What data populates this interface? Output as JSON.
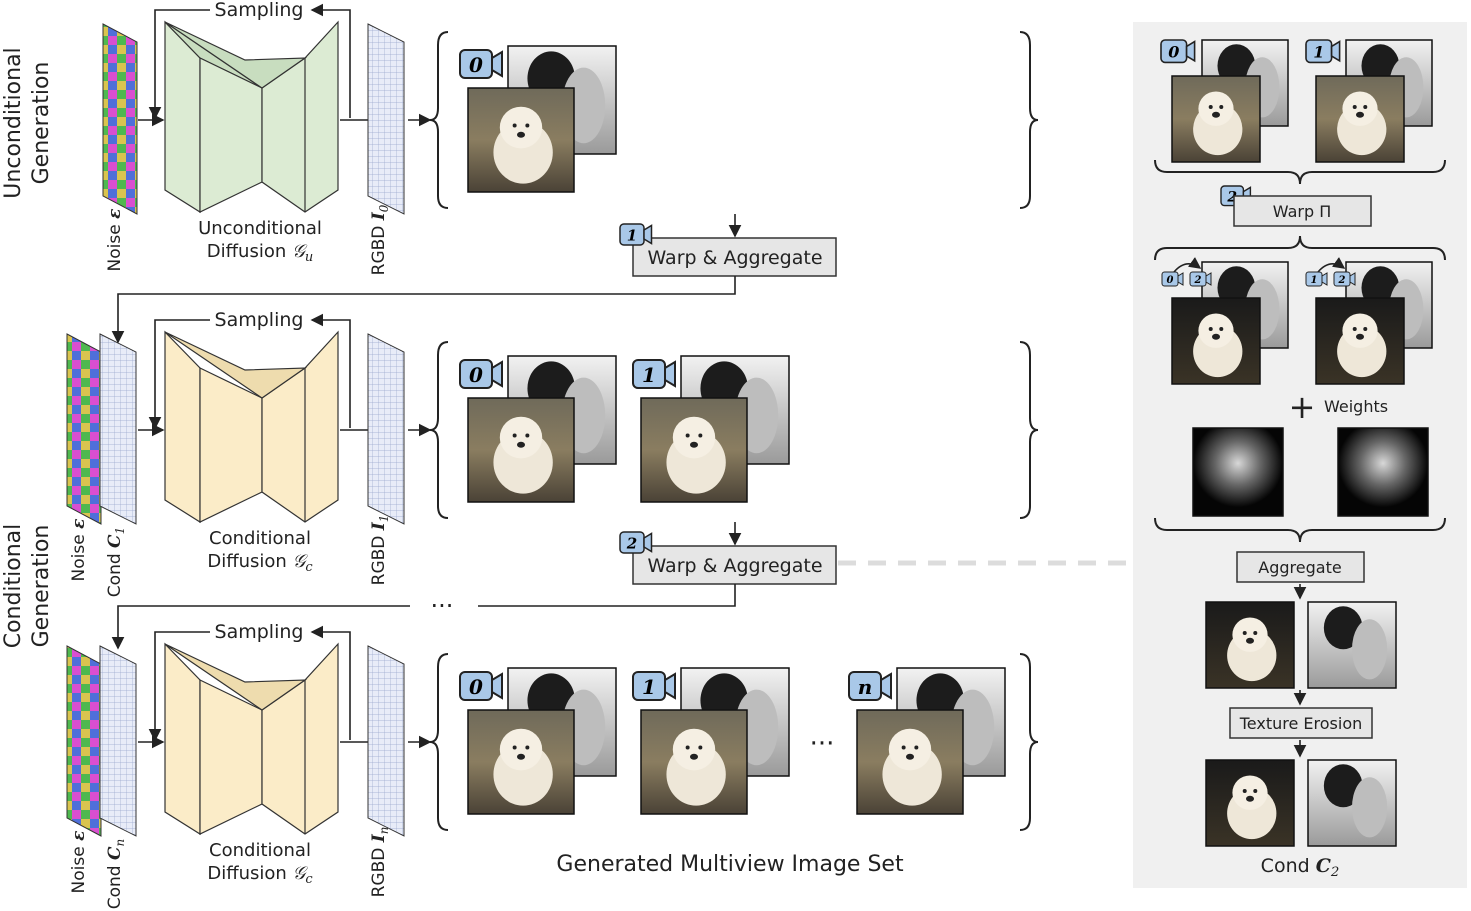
{
  "rows": [
    {
      "sampling": "Sampling",
      "diffusion_line1": "Unconditional",
      "diffusion_line2": "Diffusion",
      "diffusion_sym": "𝒢",
      "diffusion_sub": "u",
      "noise": "Noise",
      "noise_sym": "ε",
      "rgbd": "RGBD",
      "rgbd_sym": "I",
      "rgbd_sub": "0",
      "views": [
        "0"
      ]
    },
    {
      "sampling": "Sampling",
      "diffusion_line1": "Conditional",
      "diffusion_line2": "Diffusion",
      "diffusion_sym": "𝒢",
      "diffusion_sub": "c",
      "noise": "Noise",
      "noise_sym": "ε",
      "cond": "Cond",
      "cond_sym": "C",
      "cond_sub": "1",
      "rgbd": "RGBD",
      "rgbd_sym": "I",
      "rgbd_sub": "1",
      "views": [
        "0",
        "1"
      ]
    },
    {
      "sampling": "Sampling",
      "diffusion_line1": "Conditional",
      "diffusion_line2": "Diffusion",
      "diffusion_sym": "𝒢",
      "diffusion_sub": "c",
      "noise": "Noise",
      "noise_sym": "ε",
      "cond": "Cond",
      "cond_sym": "C",
      "cond_sub": "n",
      "rgbd": "RGBD",
      "rgbd_sym": "I",
      "rgbd_sub": "n",
      "views": [
        "0",
        "1",
        "n"
      ]
    }
  ],
  "side_labels": {
    "unconditional_l1": "Unconditional",
    "unconditional_l2": "Generation",
    "conditional_l1": "Conditional",
    "conditional_l2": "Generation"
  },
  "warp_boxes": [
    {
      "cam": "1",
      "label": "Warp & Aggregate"
    },
    {
      "cam": "2",
      "label": "Warp & Aggregate"
    }
  ],
  "ellipsis": "···",
  "bottom_caption": "Generated Multiview Image Set",
  "panel": {
    "cams_top": [
      "0",
      "1"
    ],
    "warp_cam": "2",
    "warp_label": "Warp Π",
    "warp_pairs": [
      [
        "0",
        "2"
      ],
      [
        "1",
        "2"
      ]
    ],
    "plus": "+",
    "weights": "Weights",
    "aggregate": "Aggregate",
    "texture_erosion": "Texture Erosion",
    "cond": "Cond",
    "cond_sym": "C",
    "cond_sub": "2"
  },
  "colors": {
    "uncond_fill": "#dcebd3",
    "cond_fill": "#fbecc8",
    "cam_fill": "#a9c8e8",
    "panel_bg": "#f0f0f0"
  }
}
